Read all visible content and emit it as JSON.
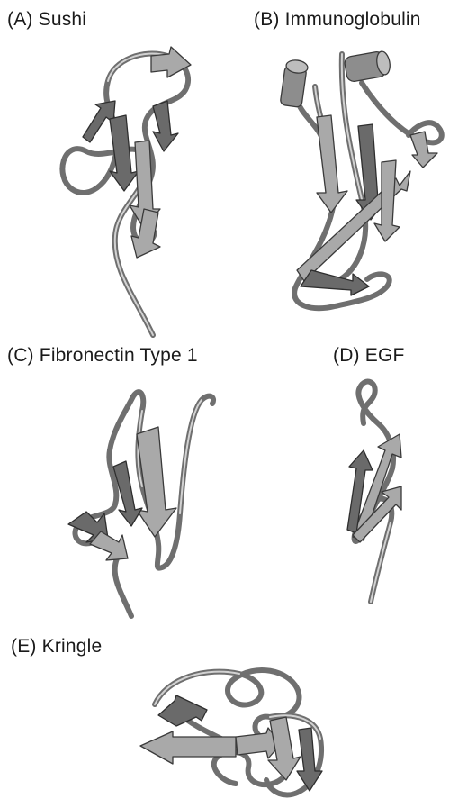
{
  "panels": {
    "a": {
      "label": "(A) Sushi"
    },
    "b": {
      "label": "(B) Immunoglobulin"
    },
    "c": {
      "label": "(C) Fibronectin Type 1"
    },
    "d": {
      "label": "(D) EGF"
    },
    "e": {
      "label": "(E) Kringle"
    }
  },
  "colors": {
    "background": "#ffffff",
    "text": "#1a1a1a",
    "ribbon_light": "#a9a9a9",
    "ribbon_dark": "#6a6a6a",
    "coil": "#6f6f6f"
  }
}
